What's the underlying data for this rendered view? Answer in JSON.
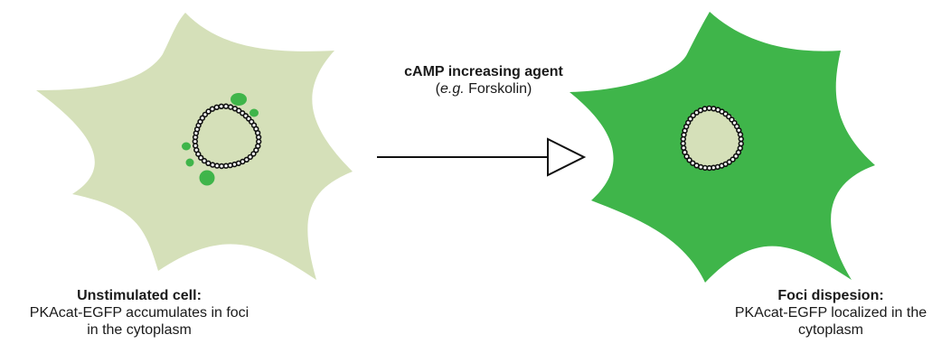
{
  "colors": {
    "unstimulated_cytoplasm": "#d5e0b9",
    "foci": "#3fb54a",
    "stimulated_cytoplasm": "#3fb54a",
    "nucleus_fill": "#d5e0b9",
    "nuclear_envelope": "#111111",
    "arrow": "#111111"
  },
  "arrow": {
    "title": "cAMP increasing agent",
    "example_italic": "e.g.",
    "example_agent": "Forskolin",
    "open_paren": "(",
    "close_paren": ")"
  },
  "left_cell": {
    "heading": "Unstimulated cell:",
    "line1": "PKAcat-EGFP accumulates in foci",
    "line2": "in the cytoplasm"
  },
  "right_cell": {
    "heading": "Foci dispesion:",
    "line1": "PKAcat-EGFP localized in the",
    "line2": "cytoplasm"
  }
}
